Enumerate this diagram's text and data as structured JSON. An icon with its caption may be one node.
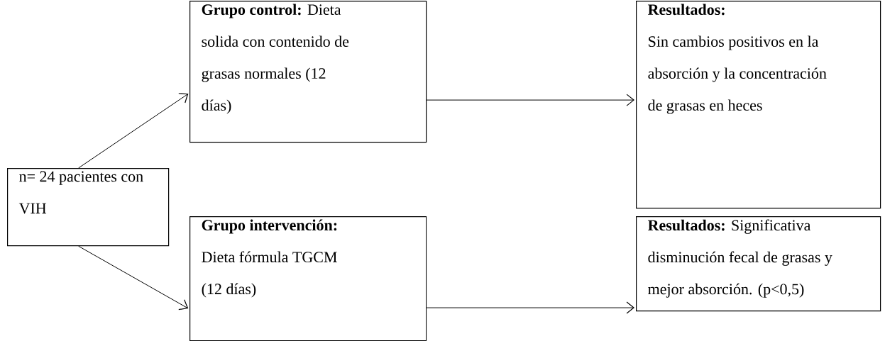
{
  "diagram": {
    "nodes": [
      {
        "text": [
          "n= 24 pacientes con  VIH"
        ]
      },
      {
        "text": [
          "**Grupo control:** Dieta solida con contenido de grasas normales (12 días)"
        ]
      },
      {
        "text": [
          "Resultados:",
          "Sin cambios positivos en la absorción y la concentración de grasas en heces"
        ]
      },
      {
        "text": [
          "**Grupo intervención:** Dieta fórmula TGCM (12 días)"
        ]
      },
      {
        "text": [
          "**Resultados:** Significativa disminución fecal de grasas y mejor absorción. (p<0,5)"
        ]
      }
    ],
    "edges": [
      {
        "from": 0,
        "to": 1,
        "arrow": "to"
      },
      {
        "from": 0,
        "to": 3,
        "arrow": "to"
      },
      {
        "from": 1,
        "to": 2,
        "arrow": "to"
      },
      {
        "from": 3,
        "to": 4,
        "arrow": "to"
      }
    ]
  }
}
